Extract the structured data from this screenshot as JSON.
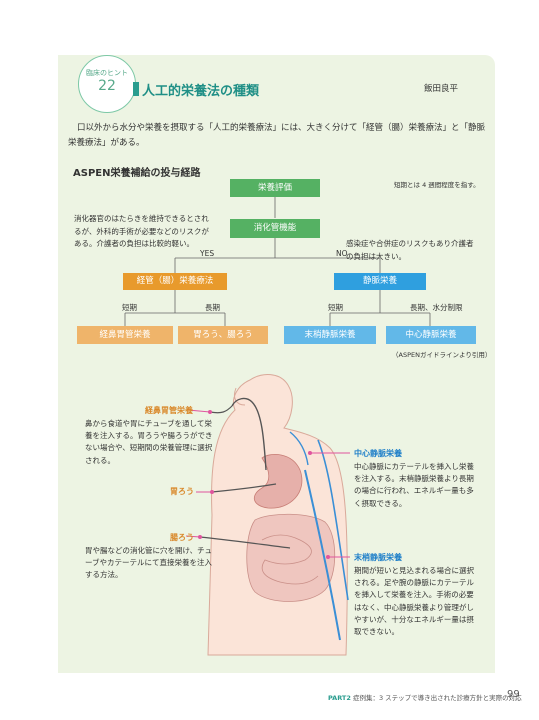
{
  "badge": {
    "label": "臨床のヒント",
    "number": "22"
  },
  "title": "人工的栄養法の種類",
  "author": "飯田良平",
  "intro": "口以外から水分や栄養を摂取する「人工的栄養療法」には、大きく分けて「経管（腸）栄養療法」と「静脈栄養療法」がある。",
  "diagram": {
    "title": "ASPEN栄養補給の投与経路",
    "assessment": "栄養評価",
    "gi_function": "消化管機能",
    "yes": "YES",
    "no": "NO",
    "enteral": "経管（腸）栄養療法",
    "parenteral": "静脈栄養",
    "short_left": "短期",
    "long_left": "長期",
    "short_right": "短期",
    "long_right": "長期、水分制限",
    "nasogastric": "経鼻胃管栄養",
    "gastrostomy": "胃ろう、腸ろう",
    "peripheral": "末梢静脈栄養",
    "central": "中心静脈栄養",
    "note_short": "短期とは 4 週間程度を指す。",
    "left_note": "消化器官のはたらきを維持できるとされるが、外科的手術が必要などのリスクがある。介護者の負担は比較的軽い。",
    "right_note": "感染症や合併症のリスクもあり介護者の負担は大きい。",
    "citation": "（ASPENガイドラインより引用）"
  },
  "illustration": {
    "nasogastric_label": "経鼻胃管栄養",
    "nasogastric_desc": "鼻から食道や胃にチューブを通して栄養を注入する。胃ろうや腸ろうができない場合や、短期間の栄養管理に選択される。",
    "gastrostomy_label": "胃ろう",
    "jejunostomy_label": "腸ろう",
    "jejunostomy_desc": "胃や腸などの消化管に穴を開け、チューブやカテーテルにて直接栄養を注入する方法。",
    "central_label": "中心静脈栄養",
    "central_desc": "中心静脈にカテーテルを挿入し栄養を注入する。末梢静脈栄養より長期の場合に行われ、エネルギー量も多く摂取できる。",
    "peripheral_label": "末梢静脈栄養",
    "peripheral_desc": "期間が短いと見込まれる場合に選択される。足や腕の静脈にカテーテルを挿入して栄養を注入。手術の必要はなく、中心静脈栄養より管理がしやすいが、十分なエネルギー量は摂取できない。"
  },
  "footer": {
    "part": "PART2",
    "text": "症例集：3 ステップで導き出された診療方針と実際の対応",
    "page": "99"
  }
}
